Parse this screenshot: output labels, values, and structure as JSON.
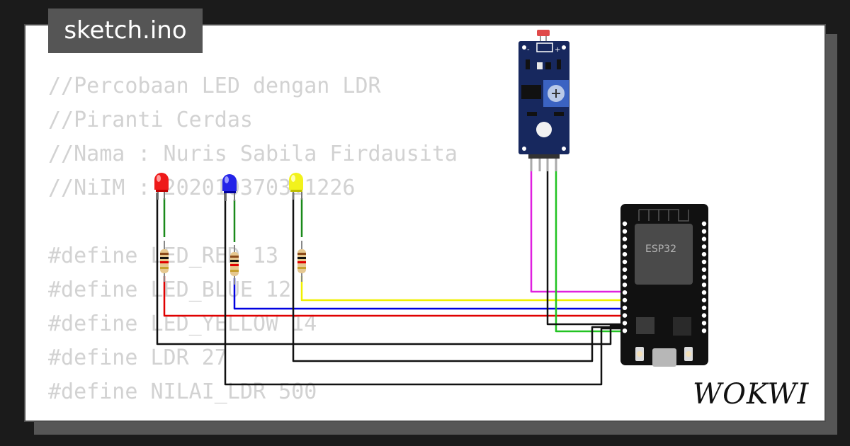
{
  "file_tab": {
    "label": "sketch.ino"
  },
  "code_lines": [
    "//Percobaan LED dengan LDR",
    "//Piranti Cerdas",
    "//Nama : Nuris Sabila Firdausita",
    "//NiIM : 202010370311226",
    "",
    "#define LED_RED 13",
    "#define LED_BLUE 12",
    "#define LED_YELLOW 14",
    "#define LDR 27",
    "#define NILAI_LDR 500"
  ],
  "board": {
    "label": "ESP32"
  },
  "ldr_module": {
    "minus_label": "-",
    "plus_label": "+"
  },
  "brand": {
    "logo": "WOKWI"
  },
  "wire_colors": {
    "red": "#e00000",
    "blue": "#0000e0",
    "yellow": "#f0f000",
    "magenta": "#e020e0",
    "green": "#22c322",
    "black": "#111111"
  }
}
